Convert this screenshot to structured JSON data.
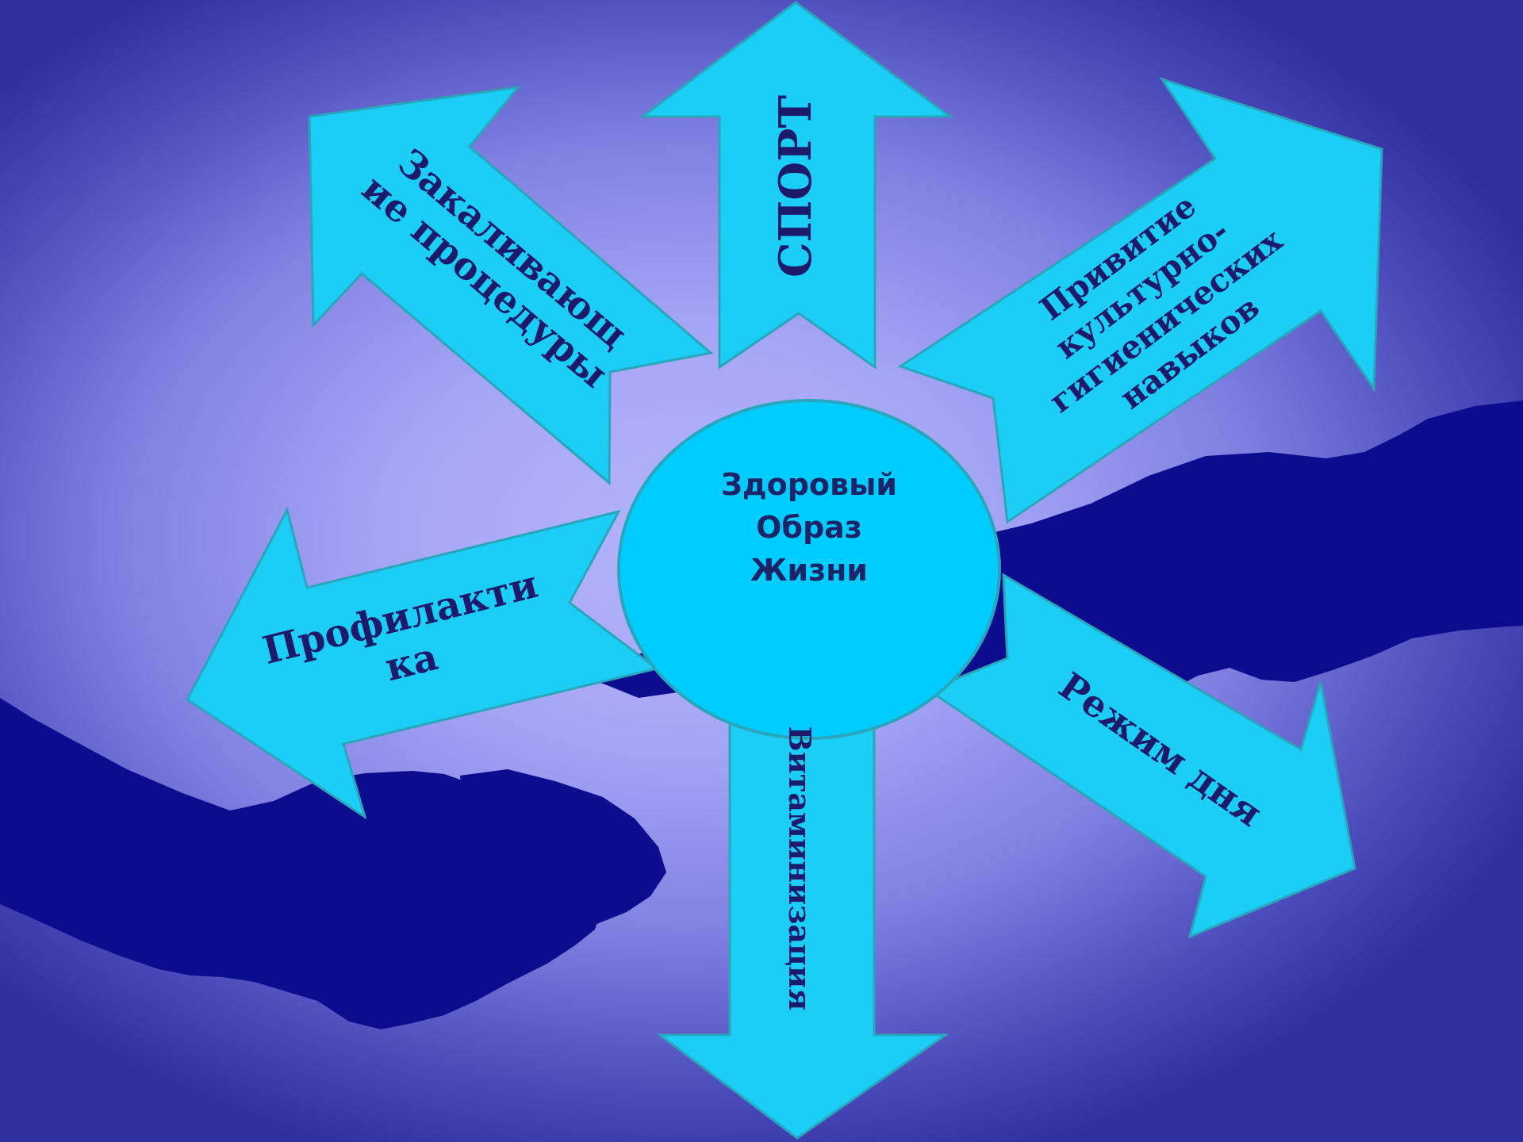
{
  "center": {
    "lines": [
      "Здоровый",
      "Образ",
      "Жизни"
    ]
  },
  "arrows": [
    {
      "id": "sport",
      "lines": [
        "СПОРТ"
      ]
    },
    {
      "id": "hardening",
      "lines": [
        "Закаливающ",
        "ие процедуры"
      ]
    },
    {
      "id": "hygiene",
      "lines": [
        "Привитие",
        "культурно-",
        "гигиенических",
        "навыков"
      ]
    },
    {
      "id": "prevention",
      "lines": [
        "Профилакти",
        "ка"
      ]
    },
    {
      "id": "vitamins",
      "lines": [
        "Витаминизация"
      ]
    },
    {
      "id": "daily-routine",
      "lines": [
        "Режим дня"
      ]
    }
  ],
  "colors": {
    "arrow_fill": "#1ccdf6",
    "arrow_stroke": "#2aa6bc",
    "circle_fill": "#00ccff",
    "label_text": "#1c1a6b",
    "hands": "#0c0c8e"
  }
}
